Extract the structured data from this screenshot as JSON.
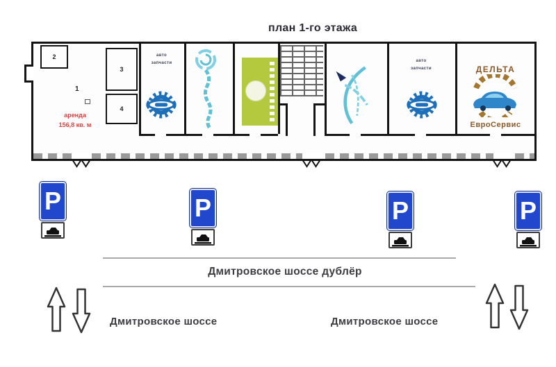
{
  "title": "план 1-го этажа",
  "building": {
    "rooms": {
      "r1": "1",
      "r2": "2",
      "r3": "3",
      "r4": "4"
    },
    "rent": {
      "line1": "аренда",
      "line2": "156,8 кв. м"
    },
    "autoparts": {
      "line1": "авто",
      "line2": "запчасти"
    },
    "delta": {
      "name": "ДЕЛЬТА",
      "service": "ЕвроСервис"
    }
  },
  "parking": {
    "letter": "P",
    "sign_count": 4
  },
  "roads": {
    "dubler": "Дмитровское шоссе дублёр",
    "left": "Дмитровское шоссе",
    "right": "Дмитровское шоссе"
  },
  "icons": {
    "gear_wrench": "blue gear with wrench (auto parts logo)",
    "teal_swirl": "vertical teal logo with round emblem",
    "green_banner": "olive-green vertical banner with round emblem",
    "teal_fish": "abstract teal brush-stroke logo",
    "delta_car": "blue car framed by brown gear arcs",
    "parking_car": "car pictogram on parking plate",
    "stairs": "staircase hatch",
    "arrows": "two-way traffic arrows"
  },
  "colors": {
    "parking_blue": "#2148cc",
    "gear_blue": "#1d6fba",
    "banner_green": "#b5c93e",
    "teal": "#7fd0e2",
    "rent_red": "#e04040",
    "delta_text_brown": "#8a5a28",
    "delta_arc_brown": "#a5762e",
    "car_blue": "#2f86c9"
  }
}
